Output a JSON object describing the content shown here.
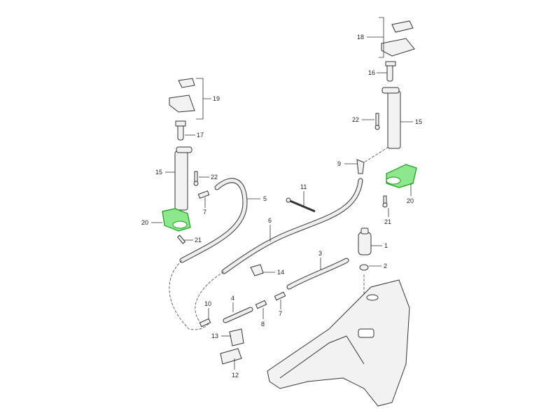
{
  "callouts": [
    "18",
    "16",
    "15",
    "22",
    "9",
    "20",
    "21",
    "19",
    "17",
    "15",
    "22",
    "7",
    "5",
    "11",
    "20",
    "21",
    "6",
    "1",
    "2",
    "3",
    "14",
    "10",
    "4",
    "7",
    "8",
    "13",
    "12"
  ],
  "colors": {
    "highlight": "#8de88d",
    "highlight_stroke": "#1a9a1a",
    "line": "#333333"
  }
}
